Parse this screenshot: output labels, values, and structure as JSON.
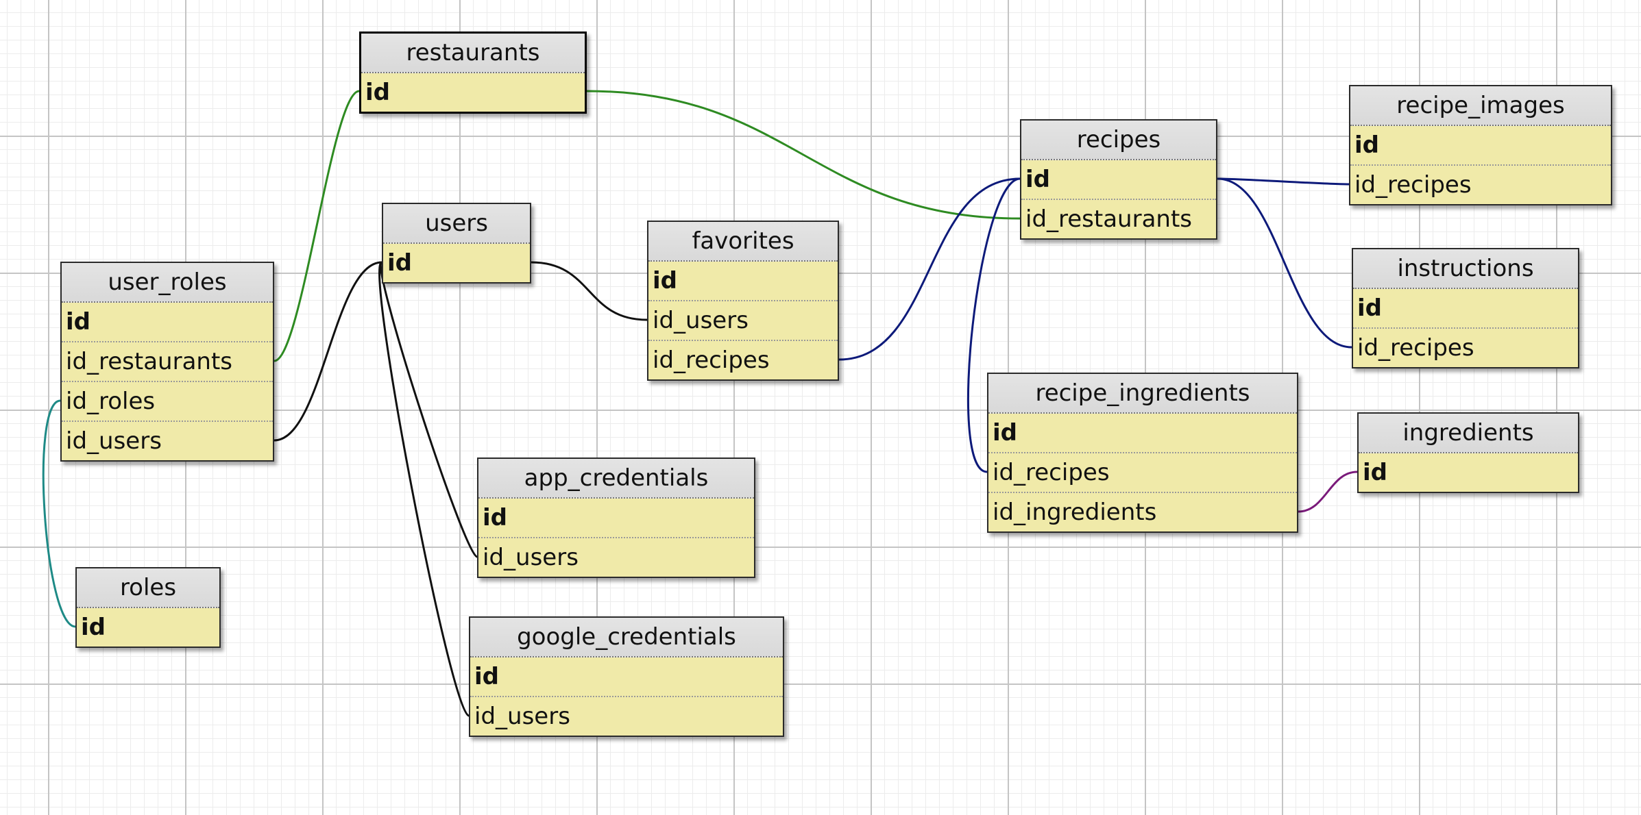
{
  "colors": {
    "black_relation": "#111111",
    "restaurants_relation": "#2e8b22",
    "recipes_relation": "#0d1a7a",
    "roles_relation": "#1e8a86",
    "ingredients_relation": "#7a1a7a",
    "table_body": "#f0eaa9",
    "table_header": "#dcdcdc"
  },
  "tables": [
    {
      "name": "restaurants",
      "fields": [
        {
          "label": "id",
          "pk": true
        }
      ]
    },
    {
      "name": "users",
      "fields": [
        {
          "label": "id",
          "pk": true
        }
      ]
    },
    {
      "name": "user_roles",
      "fields": [
        {
          "label": "id",
          "pk": true
        },
        {
          "label": "id_restaurants",
          "pk": false
        },
        {
          "label": "id_roles",
          "pk": false
        },
        {
          "label": "id_users",
          "pk": false
        }
      ]
    },
    {
      "name": "roles",
      "fields": [
        {
          "label": "id",
          "pk": true
        }
      ]
    },
    {
      "name": "favorites",
      "fields": [
        {
          "label": "id",
          "pk": true
        },
        {
          "label": "id_users",
          "pk": false
        },
        {
          "label": "id_recipes",
          "pk": false
        }
      ]
    },
    {
      "name": "app_credentials",
      "fields": [
        {
          "label": "id",
          "pk": true
        },
        {
          "label": "id_users",
          "pk": false
        }
      ]
    },
    {
      "name": "google_credentials",
      "fields": [
        {
          "label": "id",
          "pk": true
        },
        {
          "label": "id_users",
          "pk": false
        }
      ]
    },
    {
      "name": "recipes",
      "fields": [
        {
          "label": "id",
          "pk": true
        },
        {
          "label": "id_restaurants",
          "pk": false
        }
      ]
    },
    {
      "name": "recipe_images",
      "fields": [
        {
          "label": "id",
          "pk": true
        },
        {
          "label": "id_recipes",
          "pk": false
        }
      ]
    },
    {
      "name": "instructions",
      "fields": [
        {
          "label": "id",
          "pk": true
        },
        {
          "label": "id_recipes",
          "pk": false
        }
      ]
    },
    {
      "name": "recipe_ingredients",
      "fields": [
        {
          "label": "id",
          "pk": true
        },
        {
          "label": "id_recipes",
          "pk": false
        },
        {
          "label": "id_ingredients",
          "pk": false
        }
      ]
    },
    {
      "name": "ingredients",
      "fields": [
        {
          "label": "id",
          "pk": true
        }
      ]
    }
  ],
  "relations": [
    {
      "from": "restaurants.id",
      "to": "user_roles.id_restaurants",
      "color": "restaurants_relation"
    },
    {
      "from": "restaurants.id",
      "to": "recipes.id_restaurants",
      "color": "restaurants_relation"
    },
    {
      "from": "users.id",
      "to": "user_roles.id_users",
      "color": "black_relation"
    },
    {
      "from": "users.id",
      "to": "favorites.id_users",
      "color": "black_relation"
    },
    {
      "from": "users.id",
      "to": "app_credentials.id_users",
      "color": "black_relation"
    },
    {
      "from": "users.id",
      "to": "google_credentials.id_users",
      "color": "black_relation"
    },
    {
      "from": "roles.id",
      "to": "user_roles.id_roles",
      "color": "roles_relation"
    },
    {
      "from": "recipes.id",
      "to": "favorites.id_recipes",
      "color": "recipes_relation"
    },
    {
      "from": "recipes.id",
      "to": "recipe_images.id_recipes",
      "color": "recipes_relation"
    },
    {
      "from": "recipes.id",
      "to": "instructions.id_recipes",
      "color": "recipes_relation"
    },
    {
      "from": "recipes.id",
      "to": "recipe_ingredients.id_recipes",
      "color": "recipes_relation"
    },
    {
      "from": "ingredients.id",
      "to": "recipe_ingredients.id_ingredients",
      "color": "ingredients_relation"
    }
  ]
}
